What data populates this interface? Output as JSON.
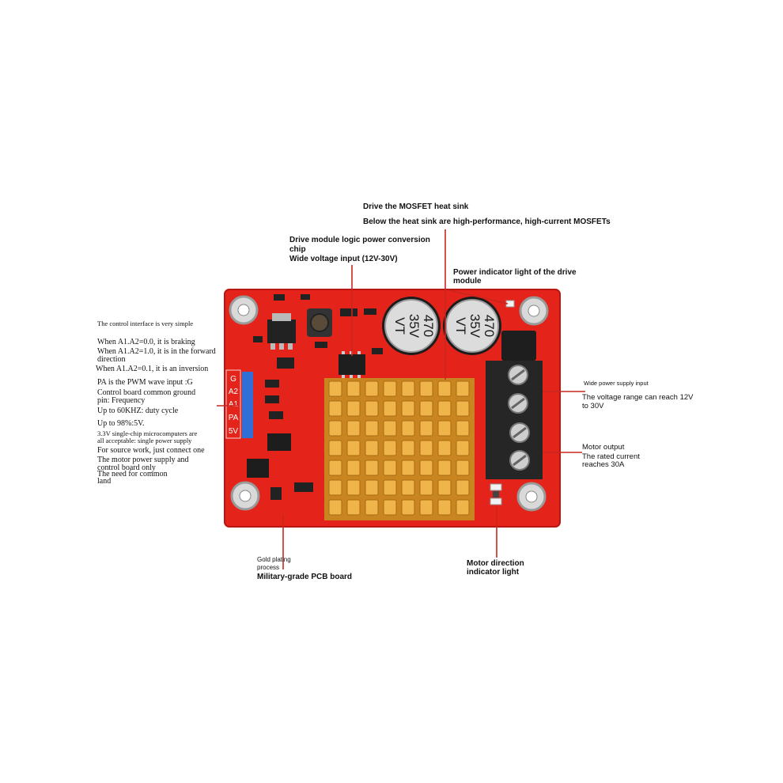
{
  "labels": {
    "heat_sink_title": "Drive the MOSFET heat sink",
    "heat_sink_sub": "Below the heat sink are high-performance, high-current MOSFETs",
    "logic_chip_line1": "Drive module logic power conversion",
    "logic_chip_line2": "chip",
    "logic_chip_line3": "Wide voltage input (12V-30V)",
    "power_led_line1": "Power indicator light of the drive",
    "power_led_line2": "module",
    "power_input_title": "Wide power supply input",
    "power_input_line1": "The voltage range can reach 12V",
    "power_input_line2": "to 30V",
    "motor_output_title": "Motor output",
    "motor_output_line1": "The rated current",
    "motor_output_line2": "reaches 30A",
    "direction_led_line1": "Motor direction",
    "direction_led_line2": "indicator light",
    "gold_plating_line1": "Gold plating",
    "gold_plating_line2": "process",
    "pcb_board": "Military-grade PCB board"
  },
  "control_notes": [
    "The control interface is very simple",
    "When A1.A2=0.0, it is braking",
    "When A1.A2=1.0, it is in the forward",
    "direction",
    "When A1.A2=0.1, it is an inversion",
    "PA is the PWM wave input :G",
    "Control board common ground",
    "pin: Frequency",
    "Up to 60KHZ: duty cycle",
    "Up to 98%:5V.",
    "3.3V single-chip microcomputers are",
    "all acceptable: single power supply",
    "For source work, just connect one",
    "The motor power supply and",
    "control board only",
    "The need for common",
    "land"
  ],
  "board": {
    "pin_labels": [
      "G",
      "A2",
      "A1",
      "PA",
      "5V"
    ],
    "capacitor_text": [
      "470",
      "35V",
      "VT"
    ],
    "colors": {
      "pcb": "#e4231b",
      "heatsink": "#e0a330",
      "pointer": "#c8261e",
      "terminal": "#2a2a2a",
      "header_pins": "#2f6fd6"
    }
  }
}
